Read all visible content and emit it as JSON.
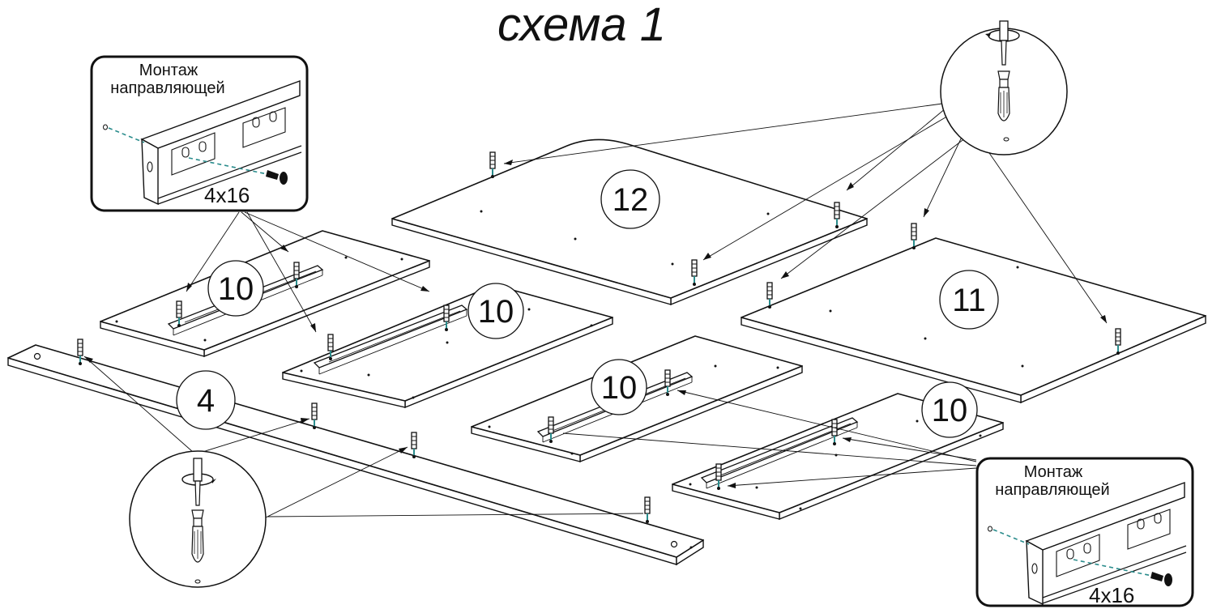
{
  "title": "схема 1",
  "parts": {
    "panel_12": "12",
    "panel_11": "11",
    "panel_10_a": "10",
    "panel_10_b": "10",
    "panel_10_c": "10",
    "panel_10_d": "10",
    "strip_4": "4"
  },
  "callouts": {
    "left": {
      "caption_line1": "Монтаж",
      "caption_line2": "направляющей",
      "screw_size": "4x16"
    },
    "right": {
      "caption_line1": "Монтаж",
      "caption_line2": "направляющей",
      "screw_size": "4x16"
    }
  },
  "icons": [
    "screwdriver-icon",
    "dowel-icon",
    "screw-icon",
    "guide-rail-icon"
  ]
}
